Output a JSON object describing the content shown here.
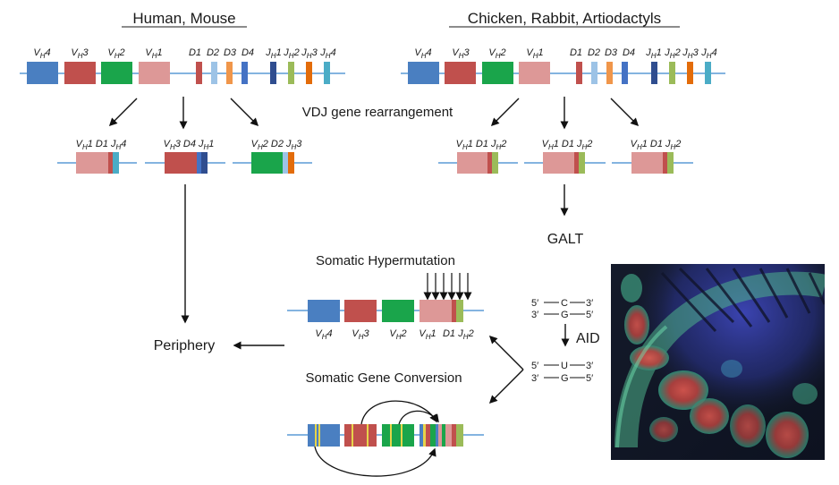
{
  "titles": {
    "left": "Human, Mouse",
    "right": "Chicken, Rabbit, Artiodactyls"
  },
  "labels": {
    "vdj": "VDJ gene rearrangement",
    "galt": "GALT",
    "periphery": "Periphery",
    "somatic_hypermutation": "Somatic Hypermutation",
    "somatic_gene_conversion": "Somatic Gene Conversion",
    "aid": "AID"
  },
  "germline_segments": {
    "v": [
      {
        "main": "V",
        "sub": "H",
        "suffix": "4"
      },
      {
        "main": "V",
        "sub": "H",
        "suffix": "3"
      },
      {
        "main": "V",
        "sub": "H",
        "suffix": "2"
      },
      {
        "main": "V",
        "sub": "H",
        "suffix": "1"
      }
    ],
    "d": [
      "D1",
      "D2",
      "D3",
      "D4"
    ],
    "j": [
      {
        "main": "J",
        "sub": "H",
        "suffix": "1"
      },
      {
        "main": "J",
        "sub": "H",
        "suffix": "2"
      },
      {
        "main": "J",
        "sub": "H",
        "suffix": "3"
      },
      {
        "main": "J",
        "sub": "H",
        "suffix": "4"
      }
    ]
  },
  "human_rearranged": [
    [
      {
        "main": "V",
        "sub": "H",
        "suffix": "1"
      },
      {
        "main": "D1"
      },
      {
        "main": "J",
        "sub": "H",
        "suffix": "4"
      }
    ],
    [
      {
        "main": "V",
        "sub": "H",
        "suffix": "3"
      },
      {
        "main": "D4"
      },
      {
        "main": "J",
        "sub": "H",
        "suffix": "1"
      }
    ],
    [
      {
        "main": "V",
        "sub": "H",
        "suffix": "2"
      },
      {
        "main": "D2"
      },
      {
        "main": "J",
        "sub": "H",
        "suffix": "3"
      }
    ]
  ],
  "chicken_rearranged": [
    [
      {
        "main": "V",
        "sub": "H",
        "suffix": "1"
      },
      {
        "main": "D1"
      },
      {
        "main": "J",
        "sub": "H",
        "suffix": "2"
      }
    ],
    [
      {
        "main": "V",
        "sub": "H",
        "suffix": "1"
      },
      {
        "main": "D1"
      },
      {
        "main": "J",
        "sub": "H",
        "suffix": "2"
      }
    ],
    [
      {
        "main": "V",
        "sub": "H",
        "suffix": "1"
      },
      {
        "main": "D1"
      },
      {
        "main": "J",
        "sub": "H",
        "suffix": "2"
      }
    ]
  ],
  "hypermutation_labels": [
    {
      "main": "V",
      "sub": "H",
      "suffix": "4"
    },
    {
      "main": "V",
      "sub": "H",
      "suffix": "3"
    },
    {
      "main": "V",
      "sub": "H",
      "suffix": "2"
    },
    {
      "main": "V",
      "sub": "H",
      "suffix": "1"
    },
    {
      "main": "D1"
    },
    {
      "main": "J",
      "sub": "H",
      "suffix": "2"
    }
  ],
  "aid_pairs": {
    "before": {
      "top": {
        "left": "5′",
        "base": "C",
        "right": "3′"
      },
      "bottom": {
        "left": "3′",
        "base": "G",
        "right": "5′"
      }
    },
    "after": {
      "top": {
        "left": "5′",
        "base": "U",
        "right": "3′"
      },
      "bottom": {
        "left": "3′",
        "base": "G",
        "right": "5′"
      }
    }
  },
  "colors": {
    "vh4": "#4a7fc1",
    "vh3": "#c0504d",
    "vh2": "#1aa54b",
    "vh1": "#dd9897",
    "d1": "#c0504d",
    "d2": "#9dc3e6",
    "d3": "#f0964a",
    "d4": "#4472c4",
    "jh1": "#2f4d8f",
    "jh2": "#9bbb59",
    "jh3": "#e36c0a",
    "jh4": "#4bacc6",
    "line": "#5b9bd5"
  }
}
